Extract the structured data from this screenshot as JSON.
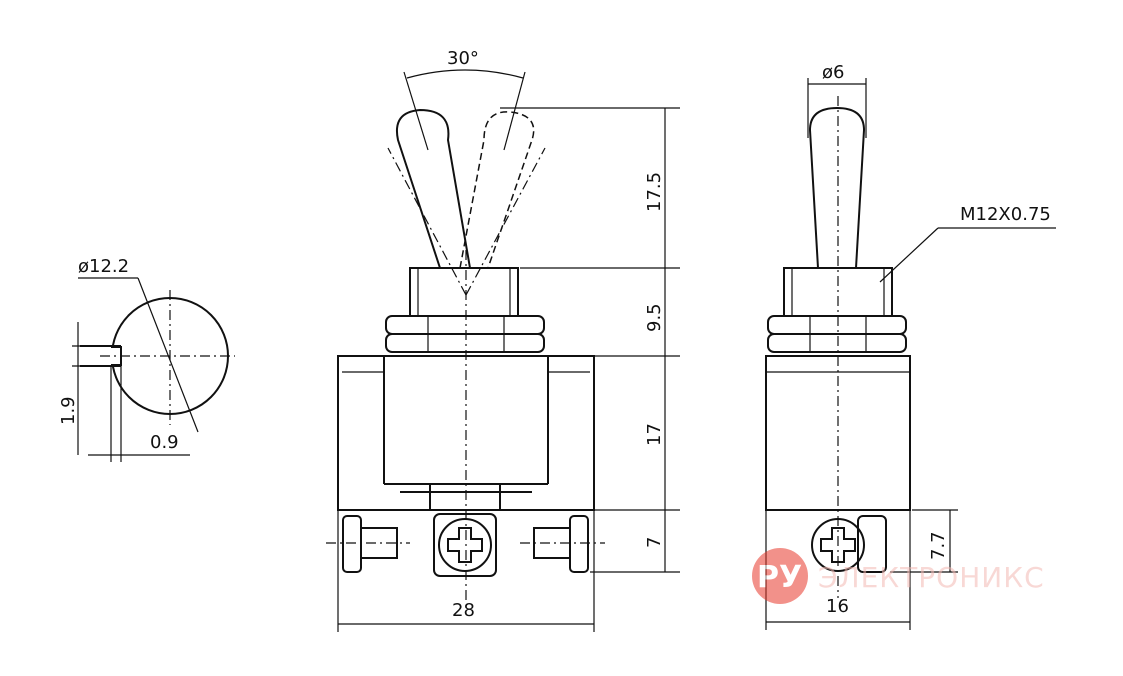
{
  "dimensions": {
    "angle": "30°",
    "lever_length": "17.5",
    "bushing_height": "9.5",
    "body_height": "17",
    "terminal_height": "7",
    "body_width": "28",
    "lever_diameter": "ø6",
    "thread": "M12X0.75",
    "side_width": "16",
    "side_terminal_height": "7.7",
    "hole_diameter": "ø12.2",
    "key_width": "1.9",
    "key_depth": "0.9"
  },
  "watermark": {
    "logo": "РУ",
    "text": "ЭЛЕКТРОНИКС",
    "color": "#e8392b"
  }
}
